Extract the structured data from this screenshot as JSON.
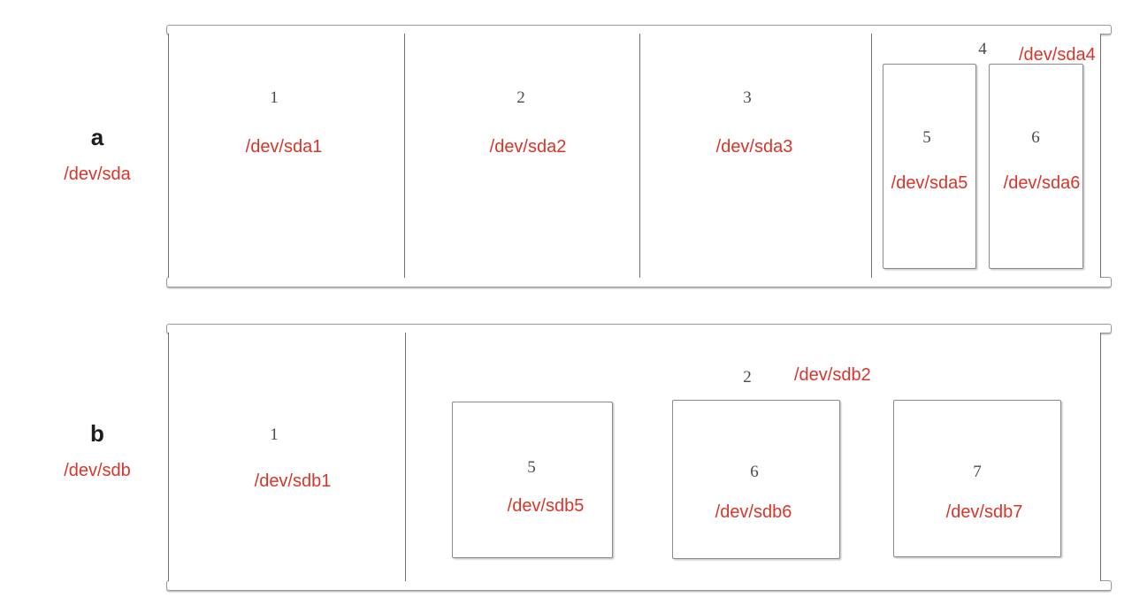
{
  "diagram": {
    "title_colors": {
      "device_red": "#d9352a",
      "number_grey": "#4a4a4a",
      "border_grey": "#6f6f6f",
      "rail_grey": "#9a9a9a"
    },
    "disks": [
      {
        "letter": "a",
        "device": "/dev/sda",
        "partitions": [
          {
            "number": "1",
            "device": "/dev/sda1"
          },
          {
            "number": "2",
            "device": "/dev/sda2"
          },
          {
            "number": "3",
            "device": "/dev/sda3"
          },
          {
            "number": "4",
            "device": "/dev/sda4"
          },
          {
            "number": "5",
            "device": "/dev/sda5"
          },
          {
            "number": "6",
            "device": "/dev/sda6"
          }
        ]
      },
      {
        "letter": "b",
        "device": "/dev/sdb",
        "partitions": [
          {
            "number": "1",
            "device": "/dev/sdb1"
          },
          {
            "number": "2",
            "device": "/dev/sdb2"
          },
          {
            "number": "5",
            "device": "/dev/sdb5"
          },
          {
            "number": "6",
            "device": "/dev/sdb6"
          },
          {
            "number": "7",
            "device": "/dev/sdb7"
          }
        ]
      }
    ]
  }
}
